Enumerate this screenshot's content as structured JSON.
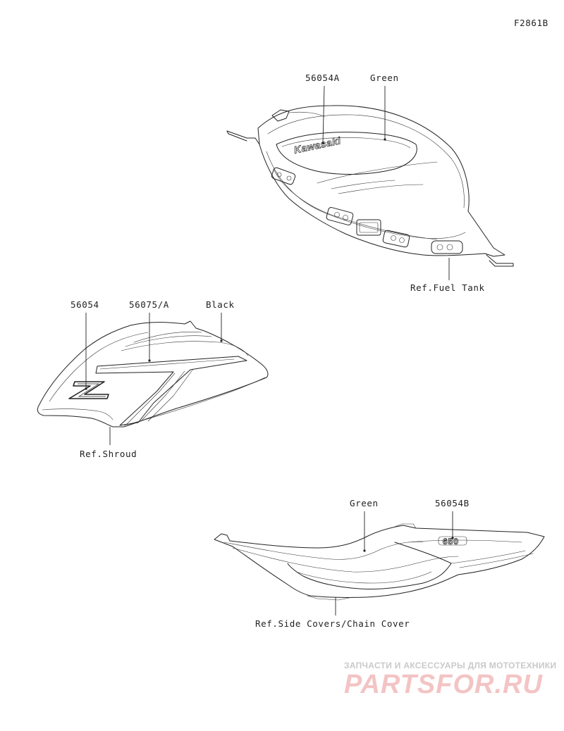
{
  "figure_code": "F2861B",
  "fuel_tank": {
    "part_a": "56054A",
    "color": "Green",
    "brand_text": "Kawasaki",
    "ref": "Ref.Fuel Tank"
  },
  "shroud": {
    "part_a": "56054",
    "part_b": "56075/A",
    "color": "Black",
    "ref": "Ref.Shroud"
  },
  "side_cover": {
    "color": "Green",
    "part_a": "56054B",
    "model_text": "650",
    "ref": "Ref.Side Covers/Chain Cover"
  },
  "watermark": {
    "tagline": "ЗАПЧАСТИ И АКСЕССУАРЫ ДЛЯ МОТОТЕХНИКИ",
    "logo": "PARTSFOR.RU"
  }
}
